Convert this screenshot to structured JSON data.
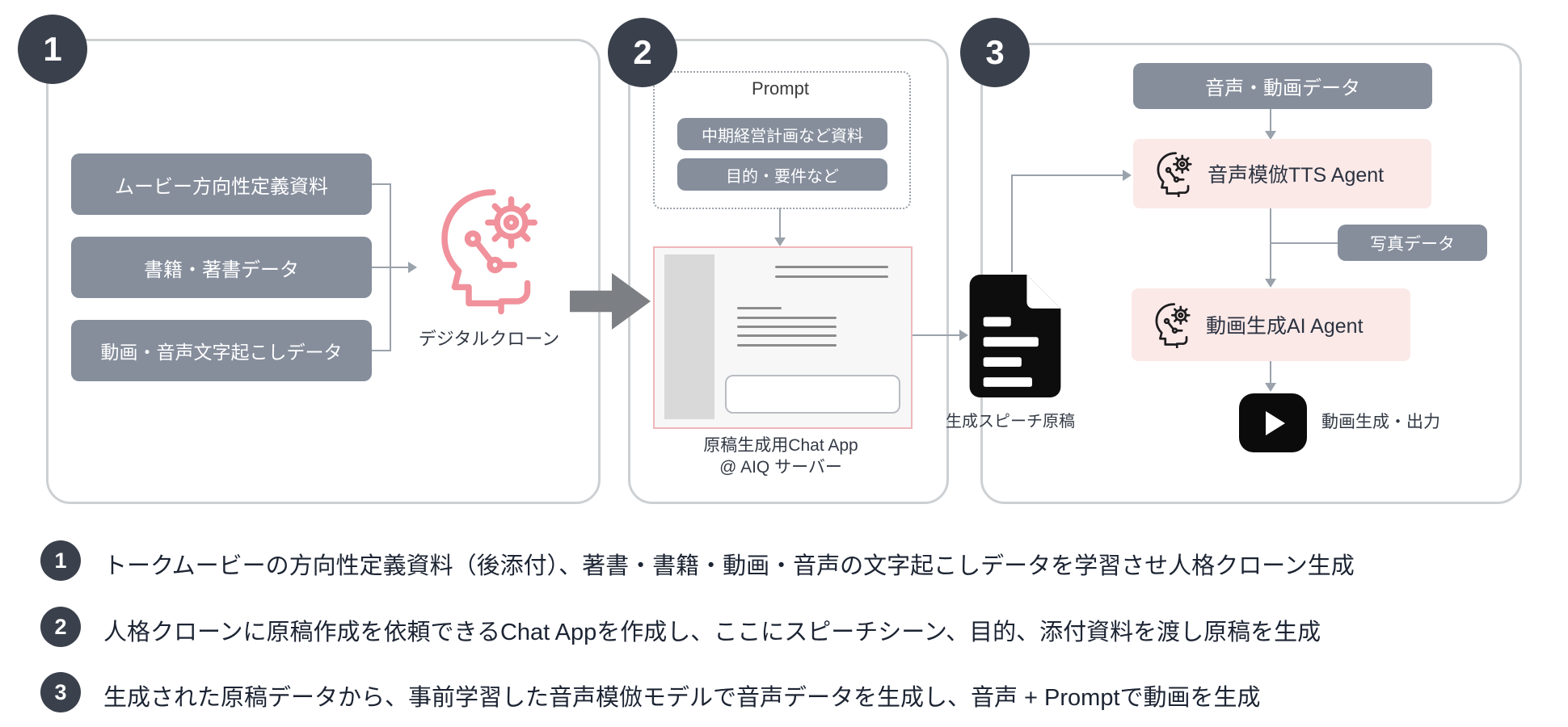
{
  "diagram": {
    "steps": [
      {
        "number": "1",
        "inputs": [
          "ムービー方向性定義資料",
          "書籍・著書データ",
          "動画・音声文字起こしデータ"
        ],
        "clone_label": "デジタルクローン"
      },
      {
        "number": "2",
        "prompt_title": "Prompt",
        "prompt_items": [
          "中期経営計画など資料",
          "目的・要件など"
        ],
        "chat_app_label_line1": "原稿生成用Chat App",
        "chat_app_label_line2": "@ AIQ サーバー"
      },
      {
        "number": "3",
        "top_box": "音声・動画データ",
        "tts_agent": "音声模倣TTS Agent",
        "photo_box": "写真データ",
        "video_agent": "動画生成AI Agent",
        "output_label": "動画生成・出力"
      }
    ],
    "doc_label": "生成スピーチ原稿"
  },
  "notes": [
    {
      "number": "1",
      "text": "トークムービーの方向性定義資料（後添付）、著書・書籍・動画・音声の文字起こしデータを学習させ人格クローン生成"
    },
    {
      "number": "2",
      "text": "人格クローンに原稿作成を依頼できるChat Appを作成し、ここにスピーチシーン、目的、添付資料を渡し原稿を生成"
    },
    {
      "number": "3",
      "text": "生成された原稿データから、事前学習した音声模倣モデルで音声データを生成し、音声 + Promptで動画を生成"
    }
  ],
  "colors": {
    "panel_border": "#cdd0d3",
    "step_circle": "#3a414c",
    "gray_box": "#868e9c",
    "pink_box": "#fbe9e8",
    "pink_icon": "#f0919b",
    "connector": "#9aa2ab",
    "block_arrow": "#7c7f83",
    "note_text": "#1c2433"
  }
}
